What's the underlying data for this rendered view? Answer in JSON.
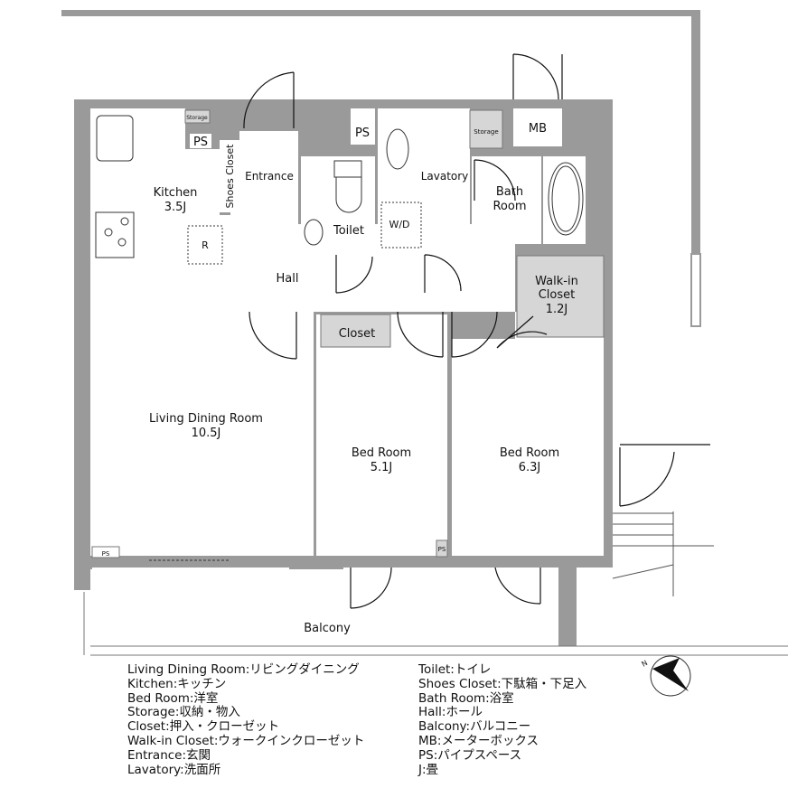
{
  "colors": {
    "wall": "#9a9a9a",
    "storage_fill": "#d6d6d6",
    "line": "#111111"
  },
  "rooms": {
    "kitchen": {
      "name": "Kitchen",
      "size": "3.5J"
    },
    "ldr": {
      "name": "Living Dining Room",
      "size": "10.5J"
    },
    "bed1": {
      "name": "Bed Room",
      "size": "5.1J"
    },
    "bed2": {
      "name": "Bed Room",
      "size": "6.3J"
    },
    "wic": {
      "name": "Walk-in",
      "name2": "Closet",
      "size": "1.2J"
    },
    "hall": "Hall",
    "entrance": "Entrance",
    "toilet": "Toilet",
    "lavatory": "Lavatory",
    "bath": {
      "name": "Bath",
      "name2": "Room"
    },
    "closet": "Closet",
    "shoes": "Shoes Closet",
    "storage1": "Storage",
    "storage2": "Storage",
    "ps1": "PS",
    "ps2": "PS",
    "ps3": "PS",
    "ps4": "PS",
    "mb": "MB",
    "wd": "W/D",
    "fridge": "R",
    "balcony": "Balcony"
  },
  "legend_left": [
    "Living Dining Room:リビングダイニング",
    "Kitchen:キッチン",
    "Bed Room:洋室",
    "Storage:収納・物入",
    "Closet:押入・クローゼット",
    "Walk-in Closet:ウォークインクローゼット",
    "Entrance:玄関",
    "Lavatory:洗面所"
  ],
  "legend_right": [
    "Toilet:トイレ",
    "Shoes Closet:下駄箱・下足入",
    "Bath Room:浴室",
    "Hall:ホール",
    "Balcony:バルコニー",
    "MB:メーターボックス",
    "PS:パイプスペース",
    "J:畳"
  ],
  "compass": "north-arrow-icon"
}
